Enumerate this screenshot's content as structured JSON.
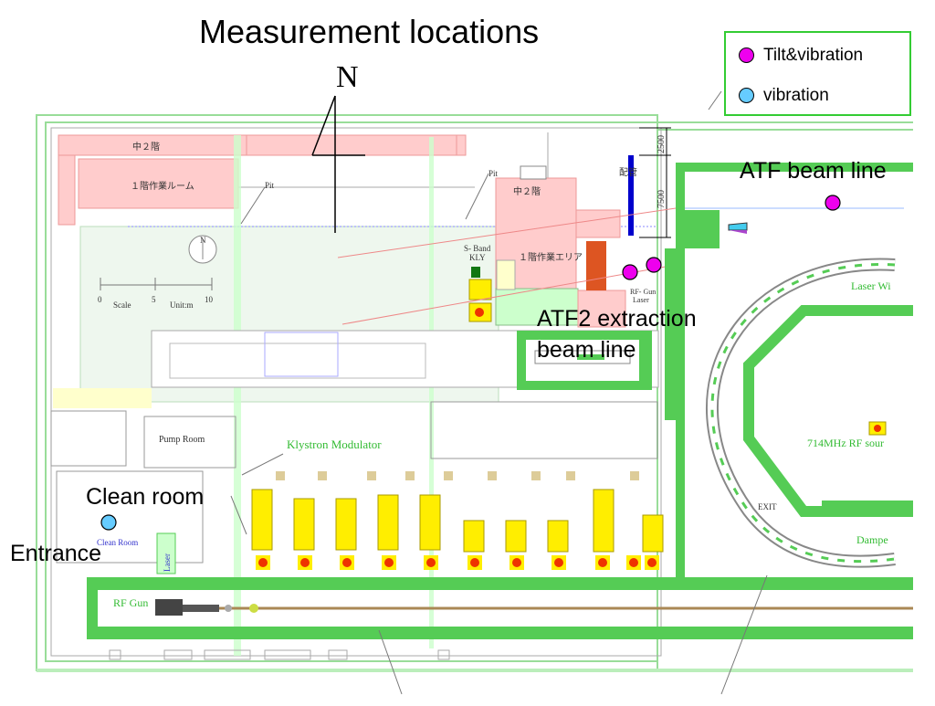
{
  "title": "Measurement locations",
  "north_label": "N",
  "legend": {
    "items": [
      {
        "label": "Tilt&vibration",
        "color": "#ee00ee"
      },
      {
        "label": "vibration",
        "color": "#66ccff"
      }
    ]
  },
  "callouts": {
    "atf_beam_line": "ATF beam line",
    "atf2_line1": "ATF2 extraction",
    "atf2_line2": "beam line",
    "clean_room": "Clean room",
    "entrance": "Entrance"
  },
  "plan_labels": {
    "floor2_a": "中２階",
    "work_room_1f": "１階作業ルーム",
    "pit_a": "Pit",
    "pit_b": "Pit",
    "floor2_b": "中２階",
    "piping": "配管",
    "dim_2500": "2500",
    "dim_7500": "7500",
    "sband_1": "S- Band",
    "sband_2": "KLY",
    "work_area_1f": "１階作業エリア",
    "rfgun_laser_1": "RF- Gun",
    "rfgun_laser_2": "Laser",
    "compass_n": "N",
    "scale_0": "0",
    "scale_5": "5",
    "scale_10": "10",
    "scale_word": "Scale",
    "scale_unit": "Unit:m",
    "pump_room": "Pump Room",
    "klystron_modulator": "Klystron Modulator",
    "laser_wire": "Laser Wi",
    "rf_source": "714MHz RF sour",
    "exit": "EXIT",
    "damping": "Dampe",
    "clean_room_small": "Clean Room",
    "laser_small": "Laser",
    "rf_gun": "RF Gun"
  },
  "colors": {
    "wall_green": "#55cc55",
    "light_green": "#ccffcc",
    "pink": "#ffcccc",
    "yellow": "#ffee00",
    "red": "#ee3300",
    "orange": "#dd5522",
    "blue": "#0000cc",
    "tilt_marker": "#ee00ee",
    "vibration_marker": "#66ccff"
  }
}
